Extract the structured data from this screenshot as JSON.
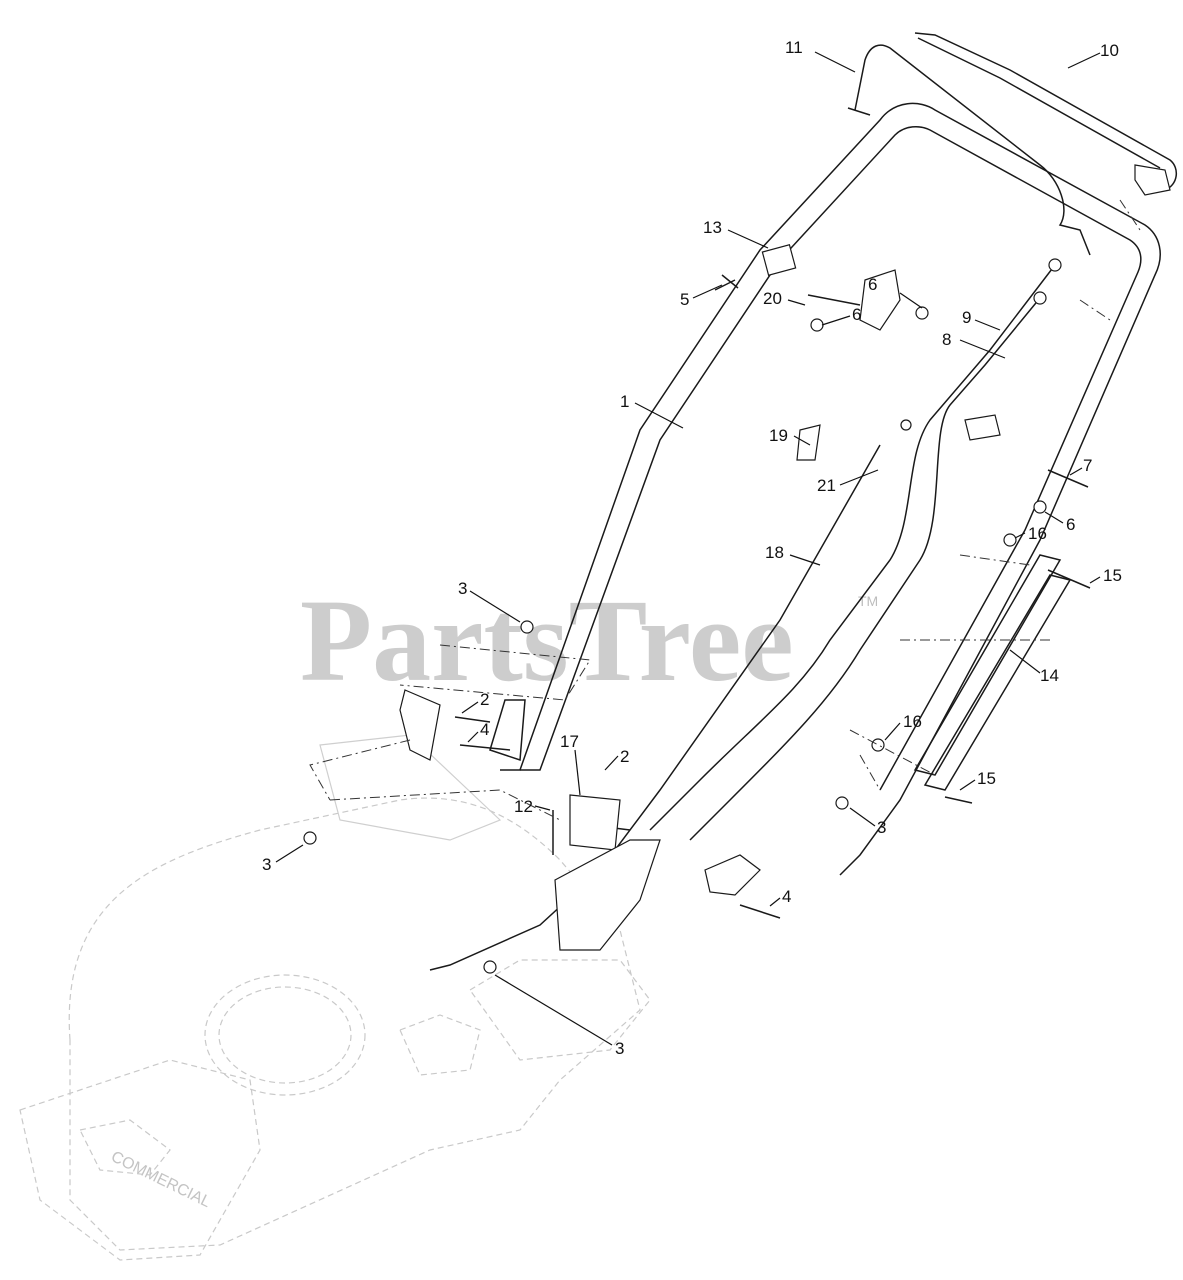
{
  "watermark": {
    "text": "PartsTree",
    "tm": "TM"
  },
  "deck_brand": {
    "text": "COMMERCIAL"
  },
  "callouts": [
    {
      "id": "c11",
      "label": "11"
    },
    {
      "id": "c10",
      "label": "10"
    },
    {
      "id": "c13",
      "label": "13"
    },
    {
      "id": "c5",
      "label": "5"
    },
    {
      "id": "c6a",
      "label": "6"
    },
    {
      "id": "c9",
      "label": "9"
    },
    {
      "id": "c8",
      "label": "8"
    },
    {
      "id": "c1",
      "label": "1"
    },
    {
      "id": "c20",
      "label": "20"
    },
    {
      "id": "c6b",
      "label": "6"
    },
    {
      "id": "c19",
      "label": "19"
    },
    {
      "id": "c7",
      "label": "7"
    },
    {
      "id": "c21",
      "label": "21"
    },
    {
      "id": "c6c",
      "label": "6"
    },
    {
      "id": "c16a",
      "label": "16"
    },
    {
      "id": "c18",
      "label": "18"
    },
    {
      "id": "c15a",
      "label": "15"
    },
    {
      "id": "c3a",
      "label": "3"
    },
    {
      "id": "c14",
      "label": "14"
    },
    {
      "id": "c2a",
      "label": "2"
    },
    {
      "id": "c4a",
      "label": "4"
    },
    {
      "id": "c16b",
      "label": "16"
    },
    {
      "id": "c17",
      "label": "17"
    },
    {
      "id": "c2b",
      "label": "2"
    },
    {
      "id": "c15b",
      "label": "15"
    },
    {
      "id": "c12",
      "label": "12"
    },
    {
      "id": "c3b",
      "label": "3"
    },
    {
      "id": "c3c",
      "label": "3"
    },
    {
      "id": "c4b",
      "label": "4"
    },
    {
      "id": "c3d",
      "label": "3"
    }
  ]
}
